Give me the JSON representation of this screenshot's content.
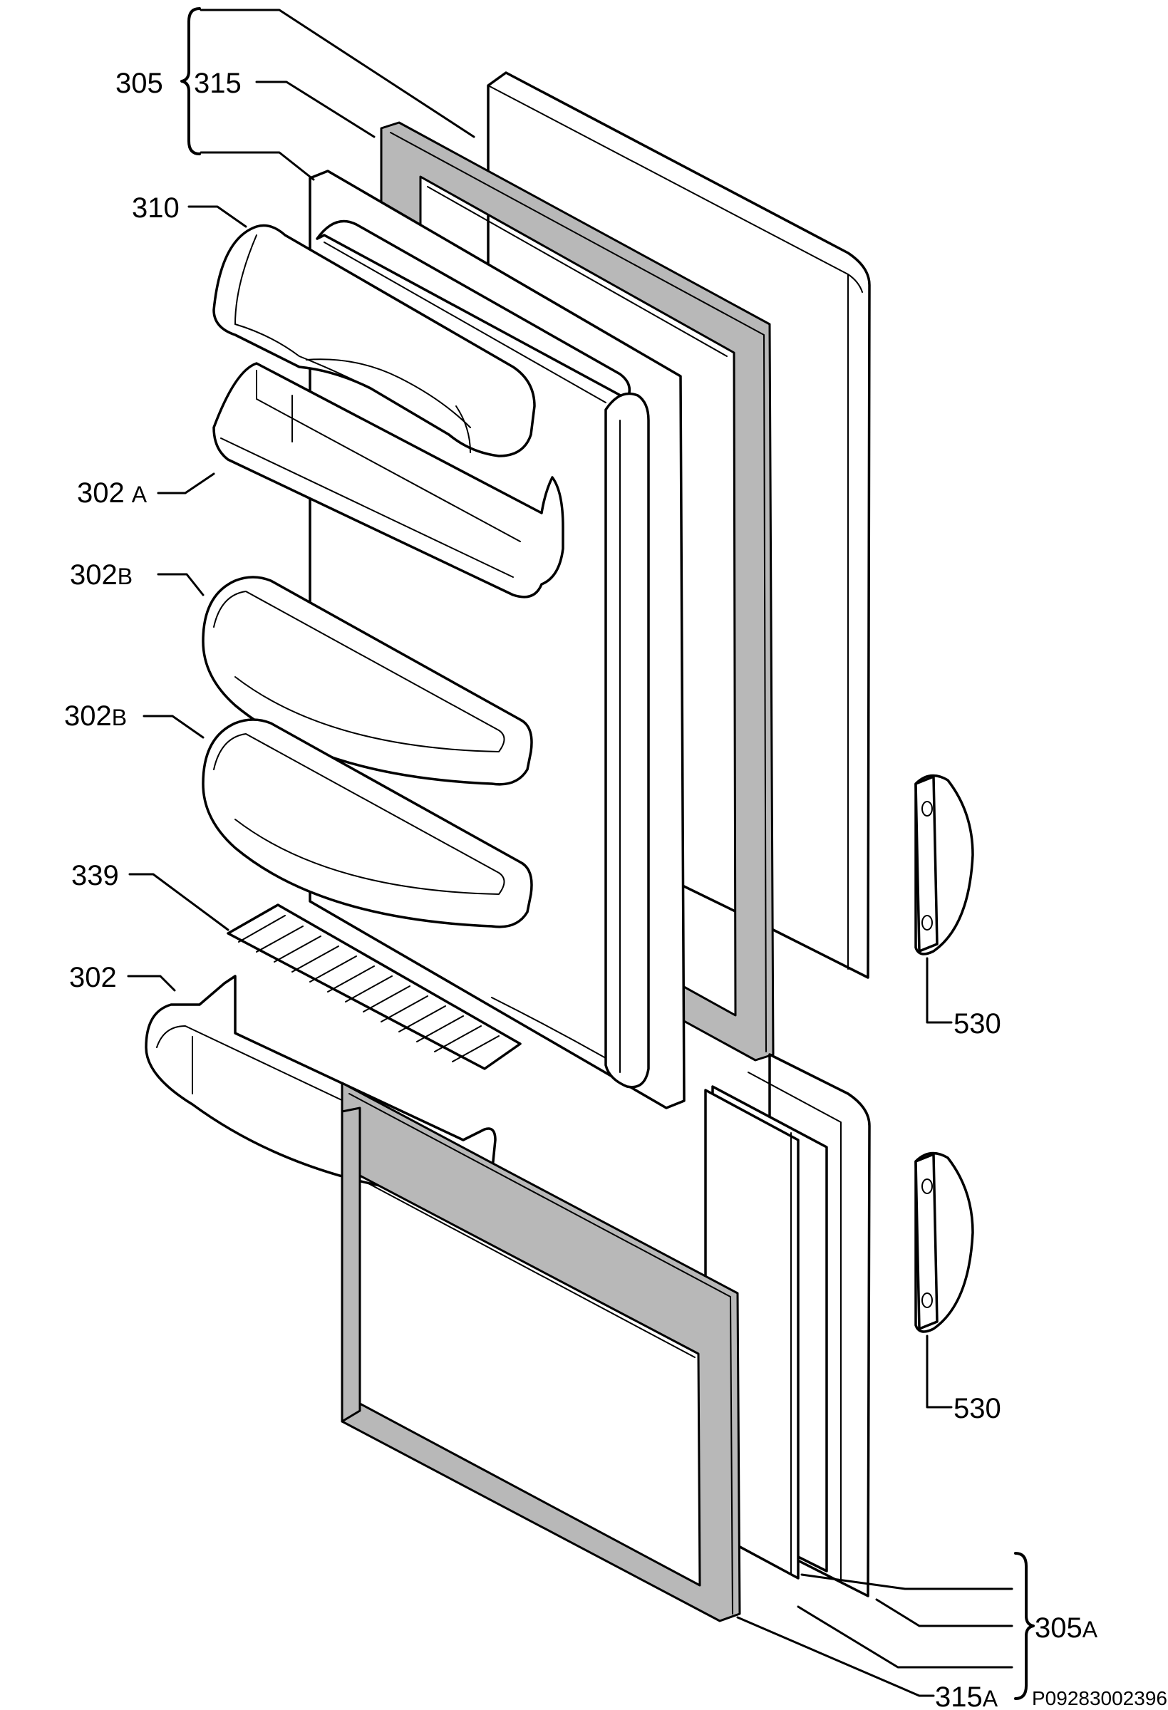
{
  "diagram": {
    "labels": {
      "l305": "305",
      "l315": "315",
      "l310": "310",
      "l302A_num": "302",
      "l302A_suf": "A",
      "l302B1_num": "302",
      "l302B1_suf": "B",
      "l302B2_num": "302",
      "l302B2_suf": "B",
      "l339": "339",
      "l302": "302",
      "l530a": "530",
      "l530b": "530",
      "l305A_num": "305",
      "l305A_suf": "A",
      "l315A_num": "315",
      "l315A_suf": "A"
    },
    "reference_code": "P09283002396"
  }
}
